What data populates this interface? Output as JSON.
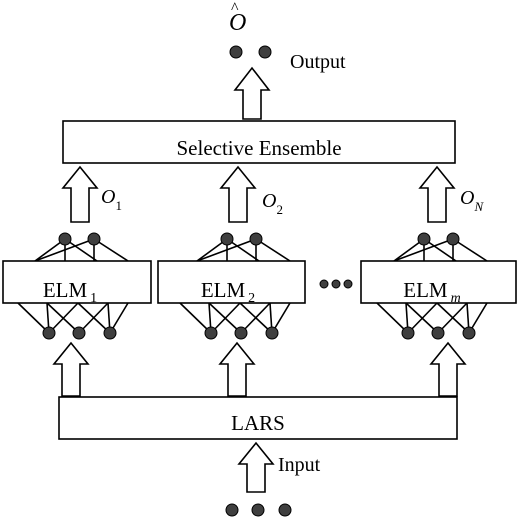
{
  "output": {
    "symbol": "O",
    "hat": "^",
    "label": "Output"
  },
  "ensemble": {
    "label": "Selective Ensemble"
  },
  "branch_outputs": [
    {
      "symbol": "O",
      "subscript": "1"
    },
    {
      "symbol": "O",
      "subscript": "2"
    },
    {
      "symbol": "O",
      "subscript": "N"
    }
  ],
  "elms": [
    {
      "label": "ELM",
      "subscript": "1"
    },
    {
      "label": "ELM",
      "subscript": "2"
    },
    {
      "label": "ELM",
      "subscript": "m"
    }
  ],
  "ellipsis_dots": 3,
  "lars": {
    "label": "LARS"
  },
  "input": {
    "label": "Input"
  },
  "colors": {
    "node": "#3f3f3f",
    "stroke": "#000000",
    "fill": "#ffffff"
  }
}
